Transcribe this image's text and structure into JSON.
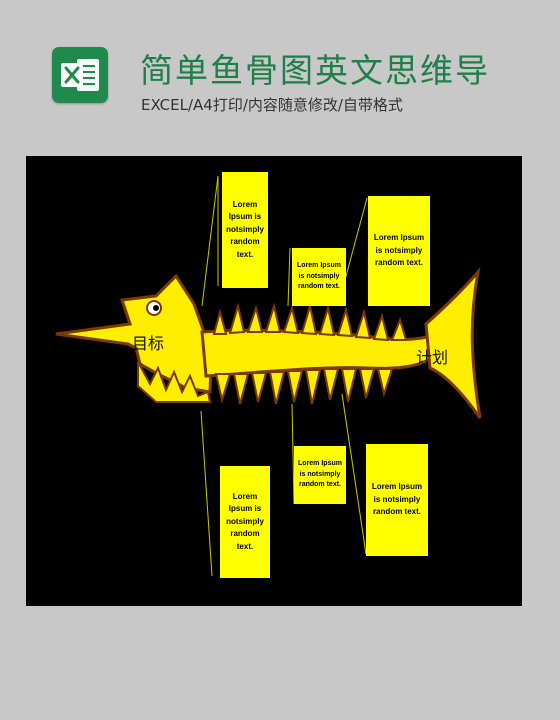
{
  "header": {
    "title": "简单鱼骨图英文思维导",
    "subtitle": "EXCEL/A4打印/内容随意修改/自带格式",
    "logo_icon": "excel-icon",
    "accent_color": "#1e7f49"
  },
  "diagram": {
    "background_color": "#000000",
    "fish_color": "#ffee00",
    "note_color": "#ffff00",
    "head_label": "目标",
    "tail_label": "计划",
    "notes": [
      {
        "text": "Lorem Ipsum is notsimply random text."
      },
      {
        "text": "Lorem Ipsum is notsimply random text."
      },
      {
        "text": "Lorem Ipsum is notsimply random text."
      },
      {
        "text": "Lorem Ipsum is notsimply random text."
      },
      {
        "text": "Lorem Ipsum is notsimply random text."
      },
      {
        "text": "Lorem Ipsum is notsimply random text."
      }
    ]
  }
}
